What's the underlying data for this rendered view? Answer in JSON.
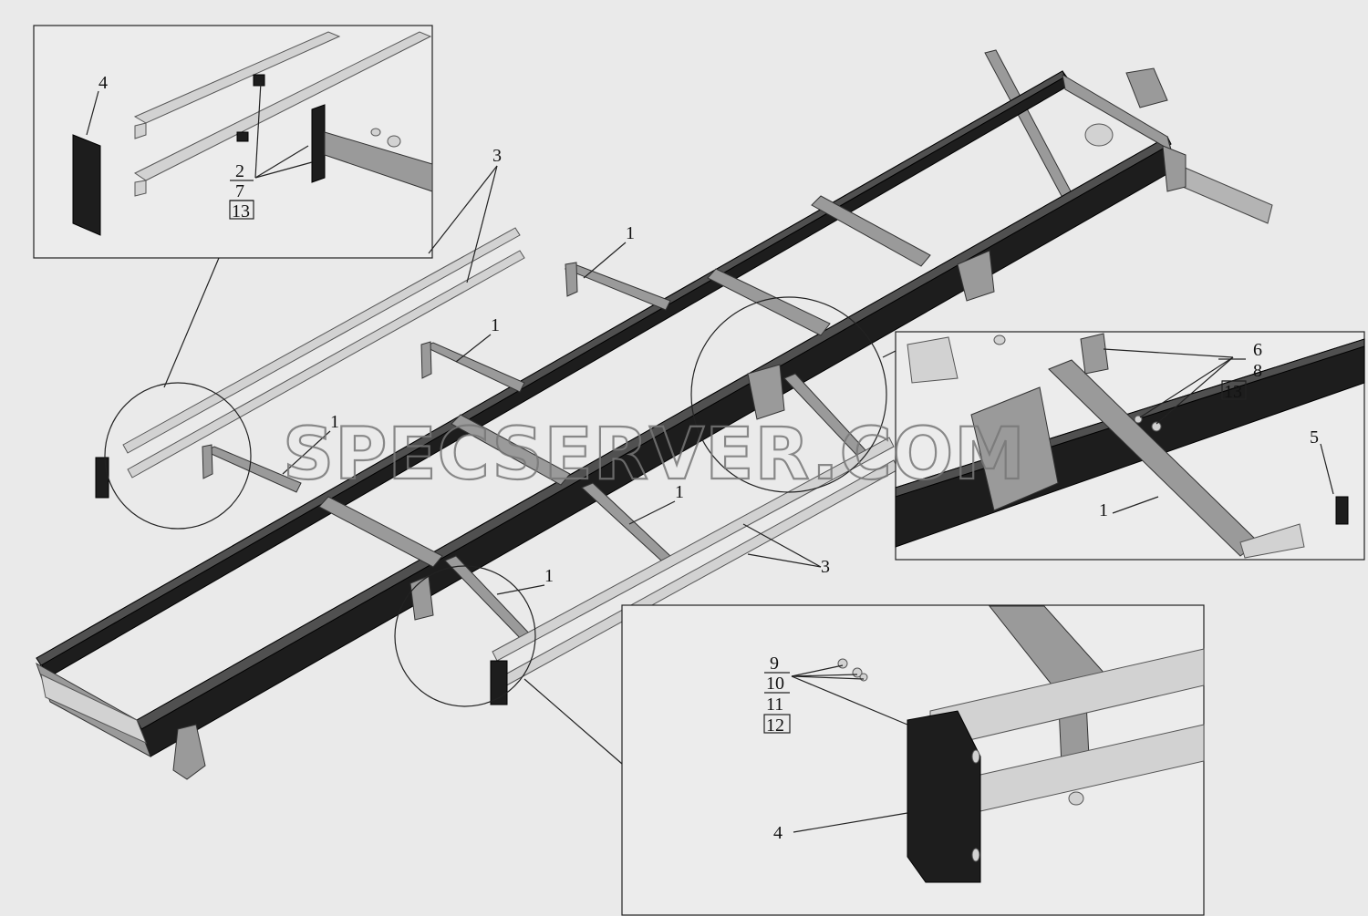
{
  "watermark": "SPECSERVER.COM",
  "callouts": {
    "inset_top_left": {
      "part4": "4",
      "stack": [
        "2",
        "7",
        "13"
      ]
    },
    "rails_top": "3",
    "brace_a": "1",
    "brace_b": "1",
    "brace_c": "1",
    "brace_d": "1",
    "brace_e": "1",
    "rails_bottom": "3",
    "inset_right": {
      "stack": [
        "6",
        "8",
        "13"
      ],
      "part5": "5",
      "part1": "1"
    },
    "inset_bottom": {
      "stack": [
        "9",
        "10",
        "11",
        "12"
      ],
      "part4": "4"
    }
  }
}
